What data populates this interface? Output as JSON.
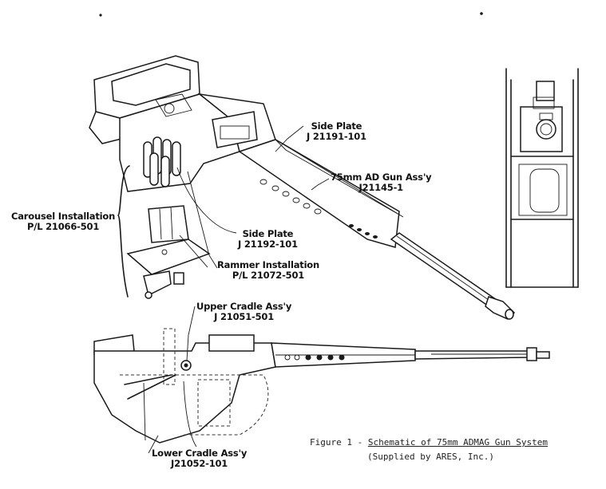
{
  "labels": {
    "side_plate_top": {
      "name": "Side Plate",
      "part": "J 21191-101"
    },
    "gun_assy": {
      "name": "75mm AD Gun Ass'y",
      "part": "J21145-1"
    },
    "carousel": {
      "name": "Carousel Installation",
      "part": "P/L 21066-501"
    },
    "side_plate_mid": {
      "name": "Side Plate",
      "part": "J 21192-101"
    },
    "rammer": {
      "name": "Rammer Installation",
      "part": "P/L 21072-501"
    },
    "upper_cradle": {
      "name": "Upper Cradle Ass'y",
      "part": "J 21051-501"
    },
    "lower_cradle": {
      "name": "Lower Cradle Ass'y",
      "part": "J21052-101"
    }
  },
  "caption": {
    "prefix": "Figure 1 - ",
    "title": "Schematic of 75mm ADMAG Gun System",
    "credit": "(Supplied by ARES, Inc.)"
  }
}
